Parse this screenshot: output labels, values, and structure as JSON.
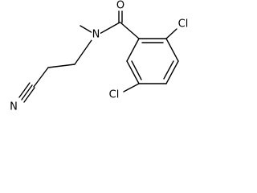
{
  "molecule": {
    "name": "",
    "atoms": {
      "oxygen": "O",
      "nitrogen_amide": "N",
      "nitrogen_nitrile": "N",
      "chlorine_top": "Cl",
      "chlorine_bottom": "Cl"
    },
    "colors": {
      "bond": "#000000",
      "label": "#000000",
      "background": "#ffffff"
    }
  }
}
